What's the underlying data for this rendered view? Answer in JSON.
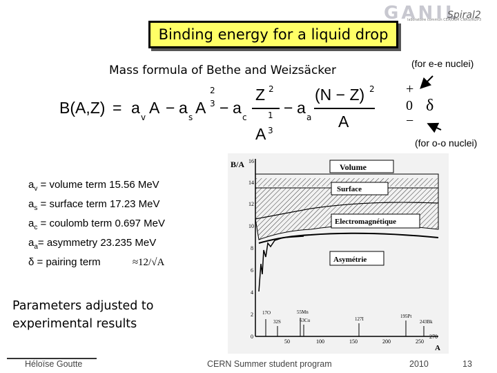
{
  "title": "Binding energy for a liquid drop",
  "logo": {
    "name": "GANIL",
    "sub": "Spiral2",
    "tagline": "laboratoire commun CEA/DSM CNRS/IN2P3"
  },
  "subtitle": "Mass formula of Bethe and Weizsäcker",
  "notes": {
    "ee": "(for e-e nuclei)",
    "oo": "(for o-o nuclei)"
  },
  "formula": {
    "lhs": "B(A,Z)",
    "eq": "=",
    "av_term": "a",
    "av_sub": "v",
    "A": "A",
    "minus": "−",
    "as_term": "a",
    "as_sub": "s",
    "exp_num": "2",
    "exp_den": "3",
    "ac_term": "a",
    "ac_sub": "c",
    "Z2": "Z",
    "Z2_exp": "2",
    "one": "1",
    "three": "3",
    "aa_term": "a",
    "aa_sub": "a",
    "NZ": "(N − Z)",
    "NZ_exp": "2",
    "pairing_plus": "+",
    "pairing_zero": "0",
    "pairing_minus": "−",
    "delta": "δ"
  },
  "params": [
    {
      "sym": "a",
      "sub": "v",
      "text": " = volume term   15.56 MeV"
    },
    {
      "sym": "a",
      "sub": "s",
      "text": " = surface term   17.23 MeV"
    },
    {
      "sym": "a",
      "sub": "c",
      "text": " = coulomb term   0.697 MeV"
    },
    {
      "sym": "a",
      "sub": "a",
      "text": "= asymmetry 23.235 MeV"
    },
    {
      "sym": "δ",
      "sub": "",
      "text": " = pairing term"
    }
  ],
  "pairing_value": "≈12/√A",
  "adjusted": [
    "Parameters adjusted to",
    "experimental results"
  ],
  "plot": {
    "ylabel": "B/A",
    "xlabel": "A",
    "yticks": [
      "16",
      "14",
      "12",
      "10",
      "8",
      "6",
      "4",
      "2",
      "0"
    ],
    "xticks": [
      "50",
      "100",
      "150",
      "200",
      "250",
      "270"
    ],
    "labels": {
      "volume": "Volume",
      "surface": "Surface",
      "electro": "Electromagnétique",
      "asym": "Asymétrie"
    },
    "isotopes": [
      "17O",
      "32S",
      "55Mn",
      "63Cu",
      "127I",
      "195Pt",
      "243Bk"
    ]
  },
  "footer": {
    "author": "Héloïse Goutte",
    "event": "CERN Summer student program",
    "year": "2010",
    "page": "13"
  }
}
